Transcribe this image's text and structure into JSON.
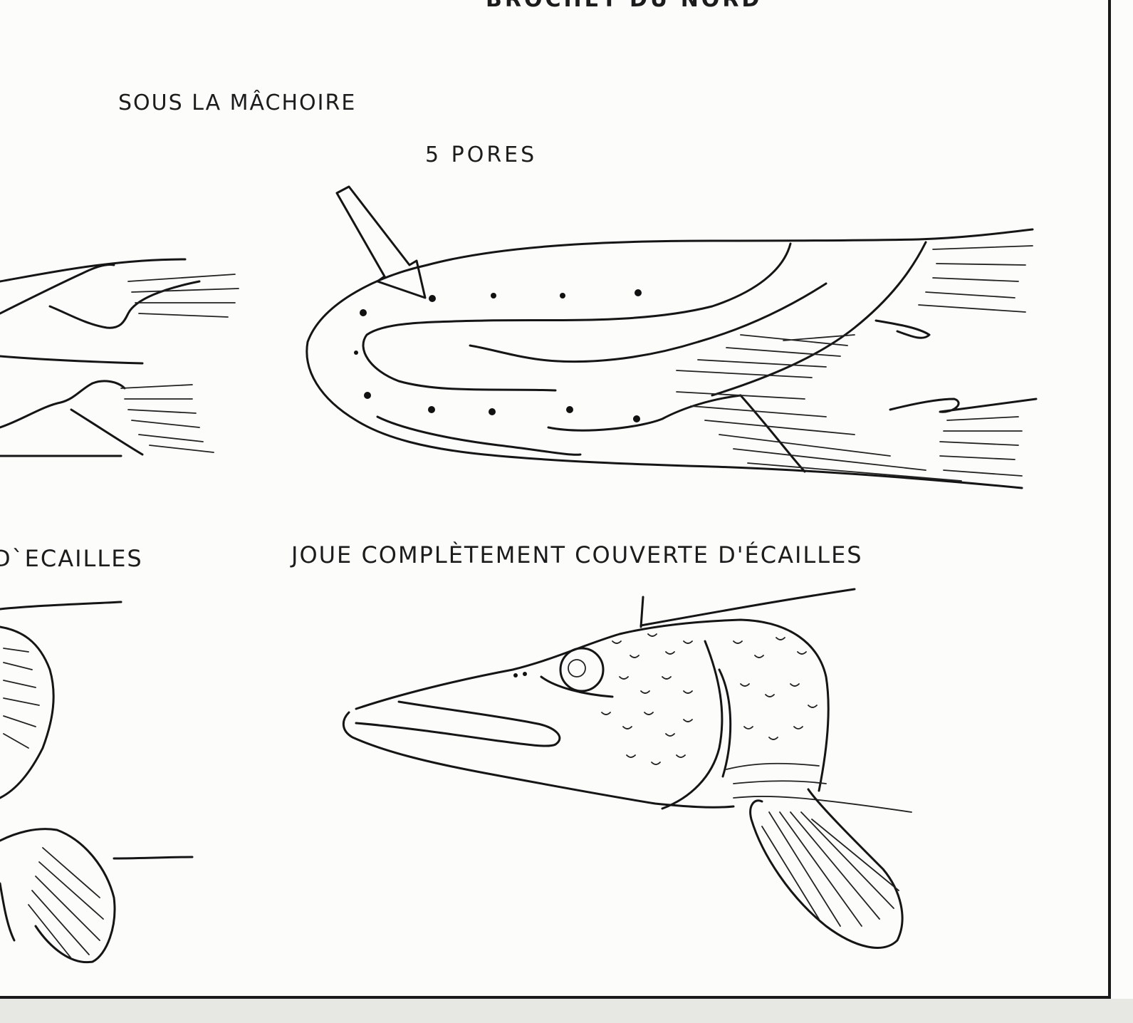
{
  "labels": {
    "title": "BROCHET DU NORD",
    "under_jaw": "SOUS LA MÂCHOIRE",
    "pores": "5 PORES",
    "left_caption": "D`ECAILLES",
    "right_caption": "JOUE COMPLÈTEMENT COUVERTE D'ÉCAILLES"
  },
  "colors": {
    "ink": "#151515",
    "paper": "#fcfcfa",
    "frame": "#1a1a1a"
  }
}
